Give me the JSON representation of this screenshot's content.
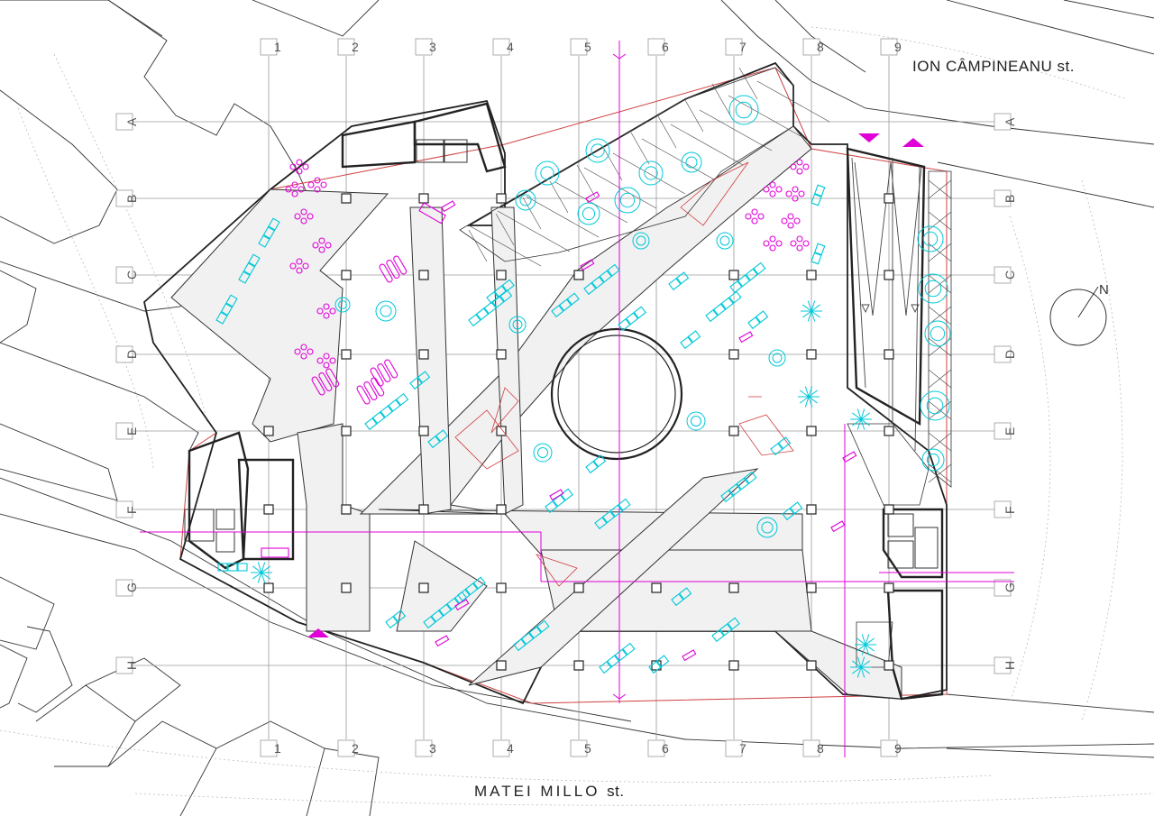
{
  "streets": {
    "top": "ION CÂMPINEANU st.",
    "bottom_name": "MATEI MILLO",
    "bottom_suffix": "st."
  },
  "grid": {
    "columns": [
      "1",
      "2",
      "3",
      "4",
      "5",
      "6",
      "7",
      "8",
      "9"
    ],
    "rows": [
      "A",
      "B",
      "C",
      "D",
      "E",
      "F",
      "G",
      "H"
    ]
  },
  "north_label": "N",
  "colors": {
    "linework": "#222222",
    "gridline": "#9a9a9a",
    "landscape": "#00c8d8",
    "furniture": "#e000d8",
    "site_boundary": "#d04040"
  }
}
